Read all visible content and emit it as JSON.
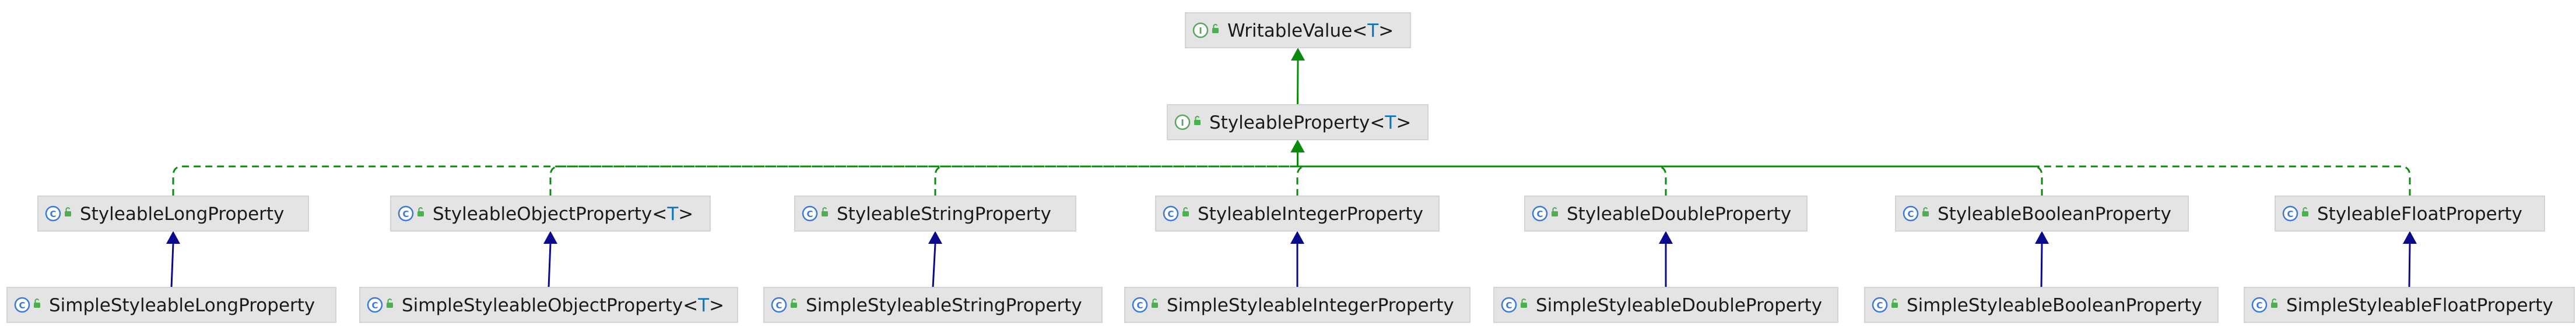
{
  "colors": {
    "node_fill": "#e4e4e4",
    "node_border": "#d4d4d4",
    "implements_edge": "#0a8a0a",
    "extends_edge": "#0a0a8a",
    "interface_icon": "#58a55c",
    "class_icon": "#3a7ad6",
    "public_lock": "#4caf50",
    "type_param": "#0a74b9"
  },
  "nodes": [
    {
      "id": "writable",
      "kind": "interface",
      "icon": "interface-icon",
      "name": "WritableValue",
      "type_param": "T"
    },
    {
      "id": "styleable",
      "kind": "interface",
      "icon": "interface-icon",
      "name": "StyleableProperty",
      "type_param": "T"
    },
    {
      "id": "s_long",
      "kind": "class",
      "icon": "class-icon",
      "name": "StyleableLongProperty",
      "type_param": ""
    },
    {
      "id": "s_object",
      "kind": "class",
      "icon": "class-icon",
      "name": "StyleableObjectProperty",
      "type_param": "T"
    },
    {
      "id": "s_string",
      "kind": "class",
      "icon": "class-icon",
      "name": "StyleableStringProperty",
      "type_param": ""
    },
    {
      "id": "s_integer",
      "kind": "class",
      "icon": "class-icon",
      "name": "StyleableIntegerProperty",
      "type_param": ""
    },
    {
      "id": "s_double",
      "kind": "class",
      "icon": "class-icon",
      "name": "StyleableDoubleProperty",
      "type_param": ""
    },
    {
      "id": "s_boolean",
      "kind": "class",
      "icon": "class-icon",
      "name": "StyleableBooleanProperty",
      "type_param": ""
    },
    {
      "id": "s_float",
      "kind": "class",
      "icon": "class-icon",
      "name": "StyleableFloatProperty",
      "type_param": ""
    },
    {
      "id": "ss_long",
      "kind": "class",
      "icon": "class-icon",
      "name": "SimpleStyleableLongProperty",
      "type_param": ""
    },
    {
      "id": "ss_object",
      "kind": "class",
      "icon": "class-icon",
      "name": "SimpleStyleableObjectProperty",
      "type_param": "T"
    },
    {
      "id": "ss_string",
      "kind": "class",
      "icon": "class-icon",
      "name": "SimpleStyleableStringProperty",
      "type_param": ""
    },
    {
      "id": "ss_integer",
      "kind": "class",
      "icon": "class-icon",
      "name": "SimpleStyleableIntegerProperty",
      "type_param": ""
    },
    {
      "id": "ss_double",
      "kind": "class",
      "icon": "class-icon",
      "name": "SimpleStyleableDoubleProperty",
      "type_param": ""
    },
    {
      "id": "ss_boolean",
      "kind": "class",
      "icon": "class-icon",
      "name": "SimpleStyleableBooleanProperty",
      "type_param": ""
    },
    {
      "id": "ss_float",
      "kind": "class",
      "icon": "class-icon",
      "name": "SimpleStyleableFloatProperty",
      "type_param": ""
    }
  ],
  "edges": [
    {
      "from": "styleable",
      "to": "writable",
      "type": "extends-interface"
    },
    {
      "from": "s_long",
      "to": "styleable",
      "type": "implements"
    },
    {
      "from": "s_object",
      "to": "styleable",
      "type": "implements"
    },
    {
      "from": "s_string",
      "to": "styleable",
      "type": "implements"
    },
    {
      "from": "s_integer",
      "to": "styleable",
      "type": "implements"
    },
    {
      "from": "s_double",
      "to": "styleable",
      "type": "implements"
    },
    {
      "from": "s_boolean",
      "to": "styleable",
      "type": "implements"
    },
    {
      "from": "s_float",
      "to": "styleable",
      "type": "implements"
    },
    {
      "from": "ss_long",
      "to": "s_long",
      "type": "extends"
    },
    {
      "from": "ss_object",
      "to": "s_object",
      "type": "extends"
    },
    {
      "from": "ss_string",
      "to": "s_string",
      "type": "extends"
    },
    {
      "from": "ss_integer",
      "to": "s_integer",
      "type": "extends"
    },
    {
      "from": "ss_double",
      "to": "s_double",
      "type": "extends"
    },
    {
      "from": "ss_boolean",
      "to": "s_boolean",
      "type": "extends"
    },
    {
      "from": "ss_float",
      "to": "s_float",
      "type": "extends"
    }
  ]
}
